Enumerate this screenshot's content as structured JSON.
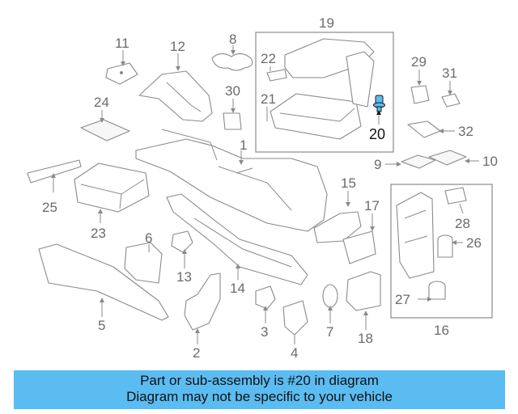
{
  "diagram": {
    "callouts": [
      "1",
      "2",
      "3",
      "4",
      "5",
      "6",
      "7",
      "8",
      "9",
      "10",
      "11",
      "12",
      "13",
      "14",
      "15",
      "16",
      "17",
      "18",
      "19",
      "20",
      "21",
      "22",
      "23",
      "24",
      "25",
      "26",
      "27",
      "28",
      "29",
      "30",
      "31",
      "32"
    ],
    "highlighted_part": "20",
    "highlight_color": "#5bbcf2"
  },
  "banner": {
    "line1": "Part or sub-assembly is #20 in diagram",
    "line2": "Diagram may not be specific to your vehicle",
    "background": "#5bbcf2"
  }
}
